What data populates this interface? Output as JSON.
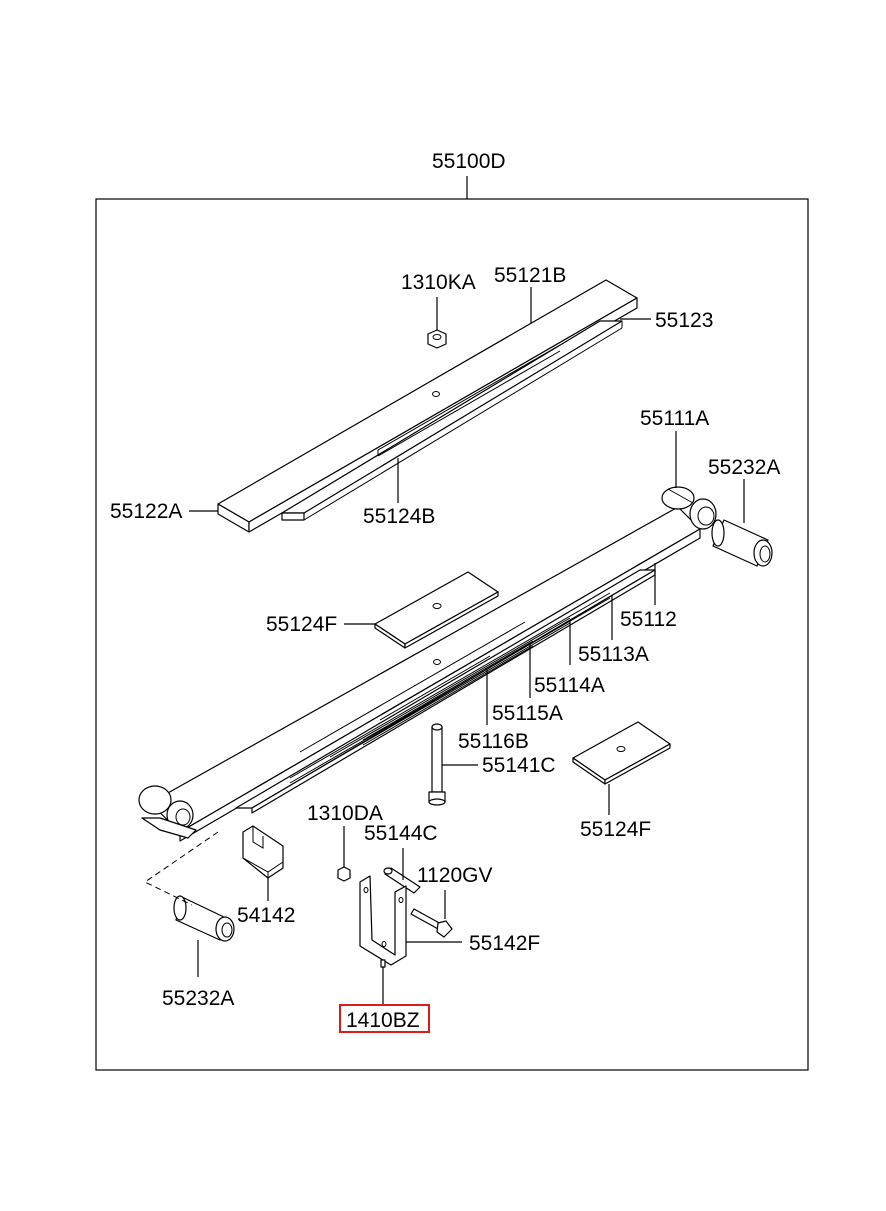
{
  "assembly_label": "55100D",
  "highlight_color": "#e0191b",
  "highlighted_part": "1410BZ",
  "parts": {
    "nut_top": "1310KA",
    "leaf_helper_main": "55121B",
    "helper_leaf_end": "55123",
    "main_leaf": "55111A",
    "bushing_right": "55232A",
    "helper_end_left": "55122A",
    "helper_leaf_lower": "55124B",
    "pad_left": "55124F",
    "leaf_2": "55112",
    "leaf_3": "55113A",
    "leaf_4": "55114A",
    "leaf_5": "55115A",
    "leaf_6": "55116B",
    "center_bolt": "55141C",
    "pad_right": "55124F",
    "nut_bottom": "1310DA",
    "clip_pin": "55144C",
    "bolt": "1120GV",
    "clip_bracket": "54142",
    "clip": "55142F",
    "bushing_left": "55232A",
    "rivet": "1410BZ"
  }
}
